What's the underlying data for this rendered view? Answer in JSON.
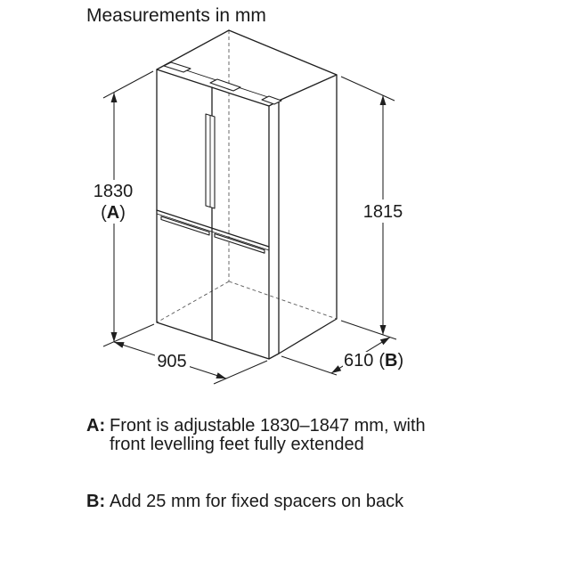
{
  "header": {
    "title": "Measurements in mm"
  },
  "dimensions": {
    "height_front": {
      "value": "1830",
      "ref_open": "(",
      "ref_label": "A",
      "ref_close": ")"
    },
    "height_rear": {
      "value": "1815"
    },
    "width": {
      "value": "905"
    },
    "depth": {
      "value": "610",
      "ref_open": "(",
      "ref_label": "B",
      "ref_close": ")"
    }
  },
  "notes": {
    "a": {
      "key": "A:",
      "line1": "Front is adjustable 1830–1847 mm, with",
      "line2": "front levelling feet fully extended"
    },
    "b": {
      "key": "B:",
      "text": "Add 25 mm for fixed spacers on back"
    }
  },
  "colors": {
    "line": "#1f1f1f",
    "hidden": "#5a5a5a",
    "background": "#ffffff",
    "text": "#1a1a1a"
  }
}
